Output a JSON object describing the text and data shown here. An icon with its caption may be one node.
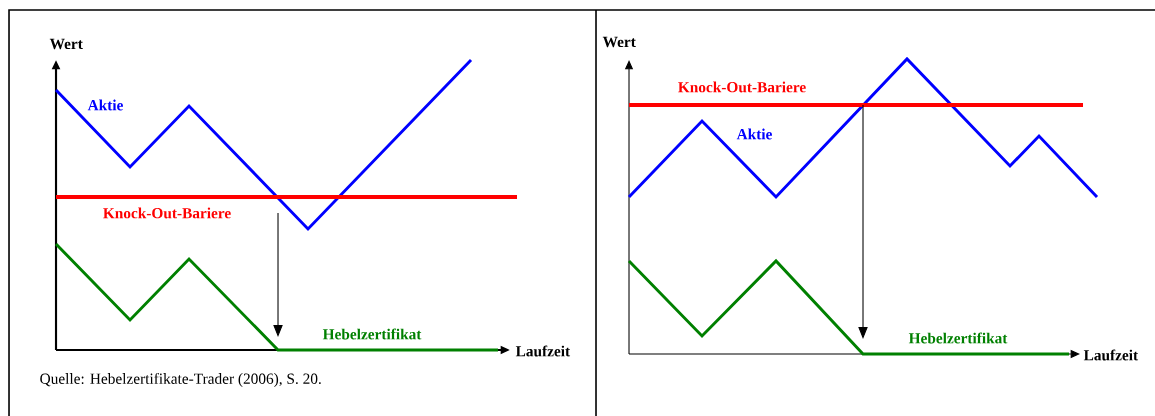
{
  "diagram": {
    "labels": [
      "Wert",
      "Aktie",
      "Knock-Out-Bariere",
      "Hebelzertifikat",
      "Laufzeit",
      "Quelle: Hebelzertifikate-Trader (2006), S. 20.",
      "Wert",
      "Knock-Out-Bariere",
      "Aktie",
      "Hebelzertifikat",
      "Laufzeit"
    ]
  }
}
